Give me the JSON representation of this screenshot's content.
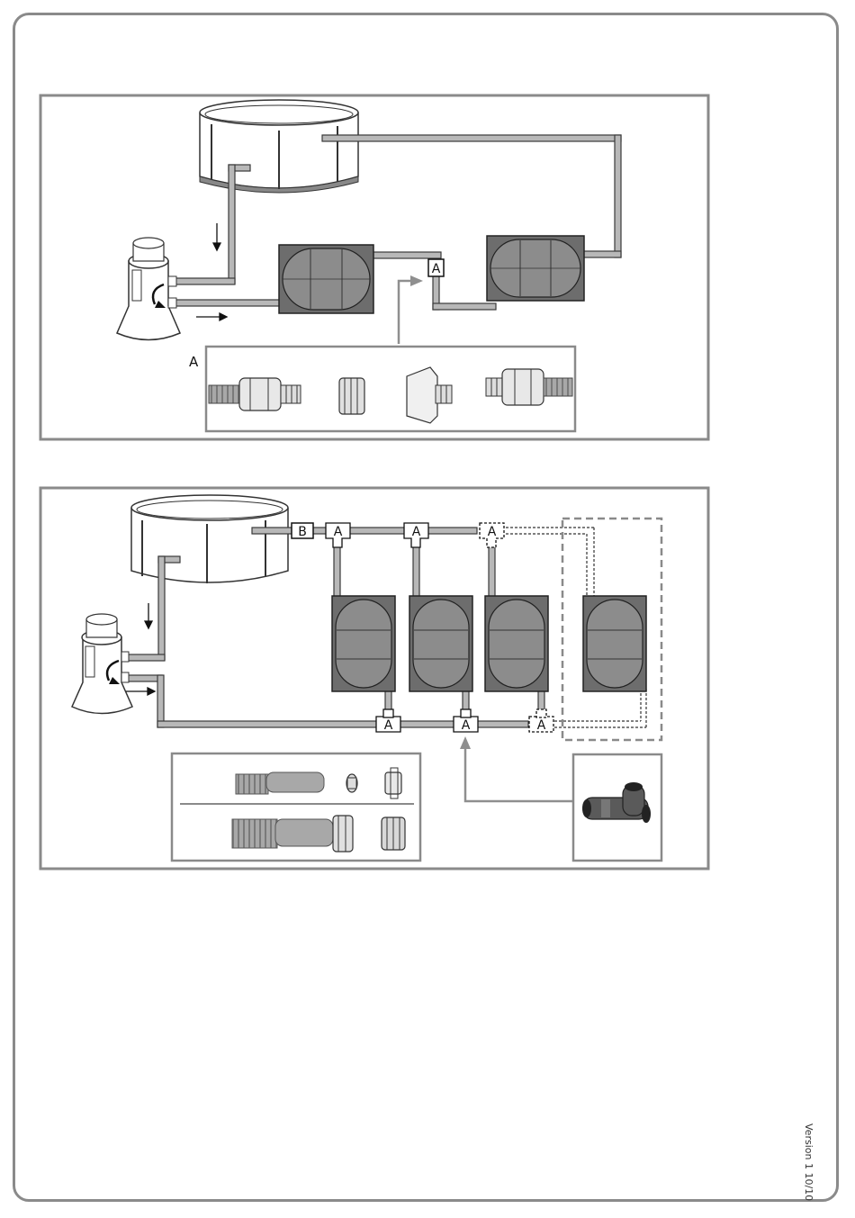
{
  "diagram1": {
    "junction_label": "A",
    "detail_label": "A"
  },
  "diagram2": {
    "junction_b_label": "B",
    "junction_a_label": "A"
  },
  "footer": {
    "version": "Version 1 10/10"
  },
  "colors": {
    "frame": "#8a8a8a",
    "pipe_fill": "#b8b8b8",
    "pipe_stroke": "#3a3a3a",
    "collector_fill": "#6d6d6d",
    "collector_inner": "#8c8c8c",
    "arrow_gray": "#8f8f8f"
  },
  "icons": [
    "pool-icon",
    "filter-pump-icon",
    "solar-collector-icon",
    "connector-fitting-icon",
    "tee-connector-icon",
    "hose-icon"
  ]
}
